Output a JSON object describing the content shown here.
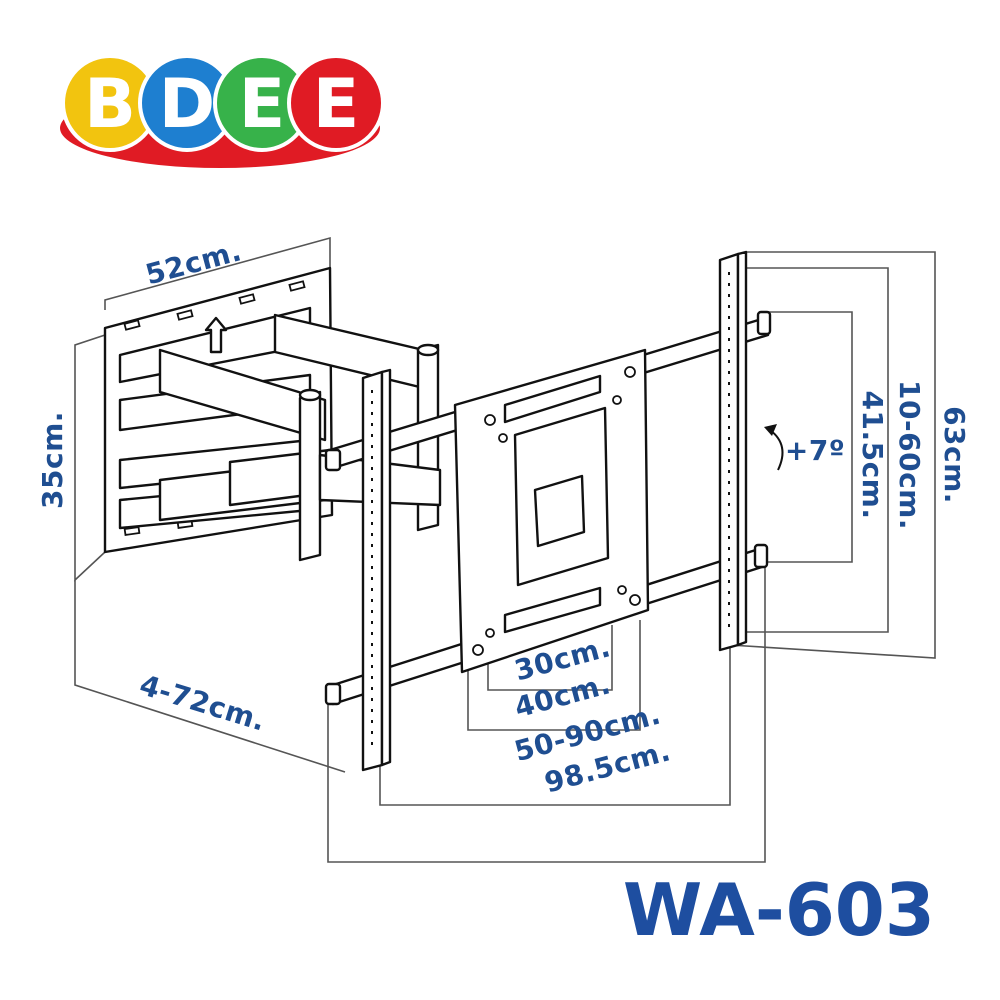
{
  "brand": {
    "letters": [
      "B",
      "D",
      "E",
      "E"
    ],
    "colors": [
      "#f2c40f",
      "#1e7fd0",
      "#37b24a",
      "#e01b24"
    ],
    "shadow_color": "#e01b24"
  },
  "model": "WA-603",
  "dimensions": {
    "wall_plate_width": "52cm.",
    "wall_plate_height": "35cm.",
    "extension": "4-72cm.",
    "vesa_30": "30cm.",
    "vesa_40": "40cm.",
    "rail_span": "50-90cm.",
    "total_width": "98.5cm.",
    "tilt": "+7º",
    "vesa_415": "41.5cm.",
    "vertical_range": "10-60cm.",
    "total_height": "63cm."
  },
  "colors": {
    "dimension_text": "#1f4e91",
    "model_text": "#1e4ea0",
    "lines": "#111111"
  }
}
